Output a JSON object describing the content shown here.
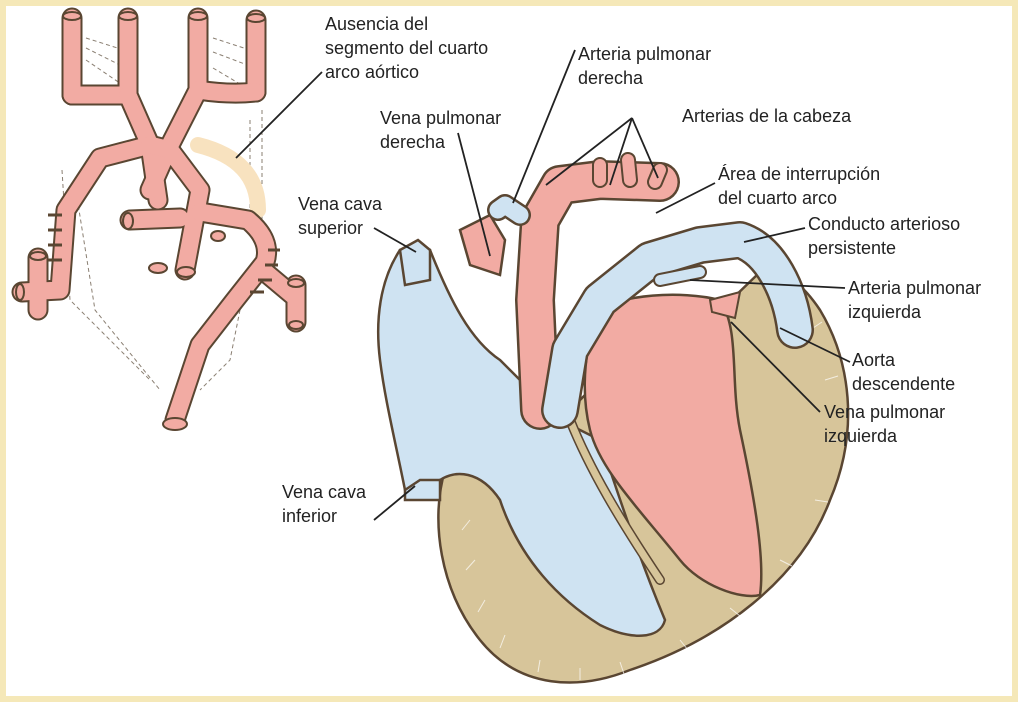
{
  "colors": {
    "border": "#f5e8b8",
    "background": "#ffffff",
    "artery": "#f2aba3",
    "vein": "#cfe3f2",
    "muscle": "#d7c59a",
    "outline": "#5a4632",
    "faint_arc": "#f8e2bf",
    "leader": "#222222"
  },
  "labels": {
    "ausencia": [
      "Ausencia del",
      "segmento del cuarto",
      "arco aórtico"
    ],
    "arteria_pulmonar_derecha": [
      "Arteria pulmonar",
      "derecha"
    ],
    "vena_pulmonar_derecha": [
      "Vena pulmonar",
      "derecha"
    ],
    "arterias_cabeza": [
      "Arterias de la cabeza"
    ],
    "area_interrupcion": [
      "Área de interrupción",
      "del cuarto arco"
    ],
    "vena_cava_superior": [
      "Vena cava",
      "superior"
    ],
    "conducto_arterioso": [
      "Conducto arterioso",
      "persistente"
    ],
    "arteria_pulmonar_izquierda": [
      "Arteria pulmonar",
      "izquierda"
    ],
    "aorta_descendente": [
      "Aorta",
      "descendente"
    ],
    "vena_pulmonar_izquierda": [
      "Vena pulmonar",
      "izquierda"
    ],
    "vena_cava_inferior": [
      "Vena cava",
      "inferior"
    ]
  }
}
